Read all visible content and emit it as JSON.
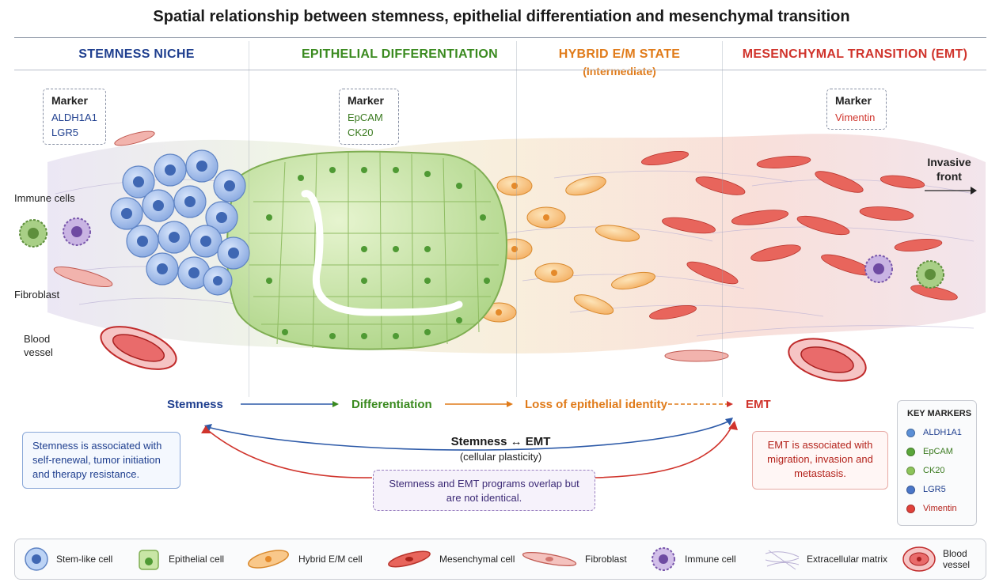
{
  "title": "Spatial relationship between stemness, epithelial differentiation and mesenchymal transition",
  "zones": {
    "stemness": {
      "title": "STEMNESS NICHE",
      "color": "#1f3f8f"
    },
    "epithelial": {
      "title": "EPITHELIAL DIFFERENTIATION",
      "color": "#3a8a1f"
    },
    "hybrid": {
      "title": "HYBRID E/M STATE",
      "subtitle": "(Intermediate)",
      "color": "#e07b1a"
    },
    "mesenchymal": {
      "title": "MESENCHYMAL TRANSITION (EMT)",
      "color": "#d0342c"
    }
  },
  "markers": {
    "stem": {
      "heading": "Marker",
      "items": [
        "ALDH1A1",
        "LGR5"
      ]
    },
    "epi": {
      "heading": "Marker",
      "items": [
        "EpCAM",
        "CK20"
      ]
    },
    "mes": {
      "heading": "Marker",
      "items": [
        "Vimentin"
      ]
    }
  },
  "side_labels": {
    "immune": "Immune cells",
    "fibroblast": "Fibroblast",
    "blood": "Blood\nvessel",
    "invasive": "Invasive\nfront"
  },
  "flow": {
    "stemness": "Stemness",
    "differentiation": "Differentiation",
    "loss": "Loss of epithelial identity",
    "emt": "EMT"
  },
  "plasticity": {
    "title": "Stemness ↔ EMT",
    "subtitle": "(cellular plasticity)"
  },
  "boxes": {
    "left": "Stemness is associated with self-renewal, tumor initiation and therapy resistance.",
    "center": "Stemness and EMT programs overlap but are not identical.",
    "right": "EMT is associated with migration, invasion and metastasis."
  },
  "key_markers": {
    "heading": "KEY MARKERS",
    "items": [
      {
        "label": "ALDH1A1",
        "color": "#5b8fd6"
      },
      {
        "label": "EpCAM",
        "color": "#5aa63a"
      },
      {
        "label": "CK20",
        "color": "#8cc45a"
      },
      {
        "label": "LGR5",
        "color": "#4a76c8"
      },
      {
        "label": "Vimentin",
        "color": "#e0413a"
      }
    ]
  },
  "legend": [
    {
      "label": "Stem-like cell",
      "icon": "stem-cell-icon"
    },
    {
      "label": "Epithelial cell",
      "icon": "epithelial-cell-icon"
    },
    {
      "label": "Hybrid E/M cell",
      "icon": "hybrid-cell-icon"
    },
    {
      "label": "Mesenchymal cell",
      "icon": "mesenchymal-cell-icon"
    },
    {
      "label": "Fibroblast",
      "icon": "fibroblast-icon"
    },
    {
      "label": "Immune cell",
      "icon": "immune-cell-icon"
    },
    {
      "label": "Extracellular matrix",
      "icon": "ecm-icon"
    },
    {
      "label": "Blood\nvessel",
      "icon": "blood-vessel-icon"
    }
  ]
}
